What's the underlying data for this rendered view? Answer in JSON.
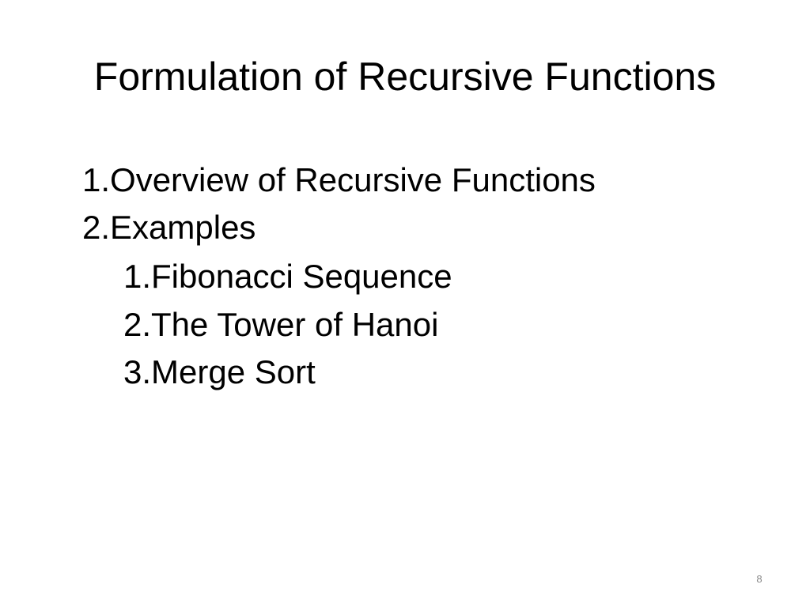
{
  "slide": {
    "title": "Formulation of Recursive Functions",
    "outline": {
      "item_1": "1.Overview of Recursive Functions",
      "item_2": "2.Examples",
      "sub_items": [
        "1.Fibonacci Sequence",
        "2.The Tower of Hanoi",
        "3.Merge Sort"
      ]
    },
    "page_number": "8"
  }
}
